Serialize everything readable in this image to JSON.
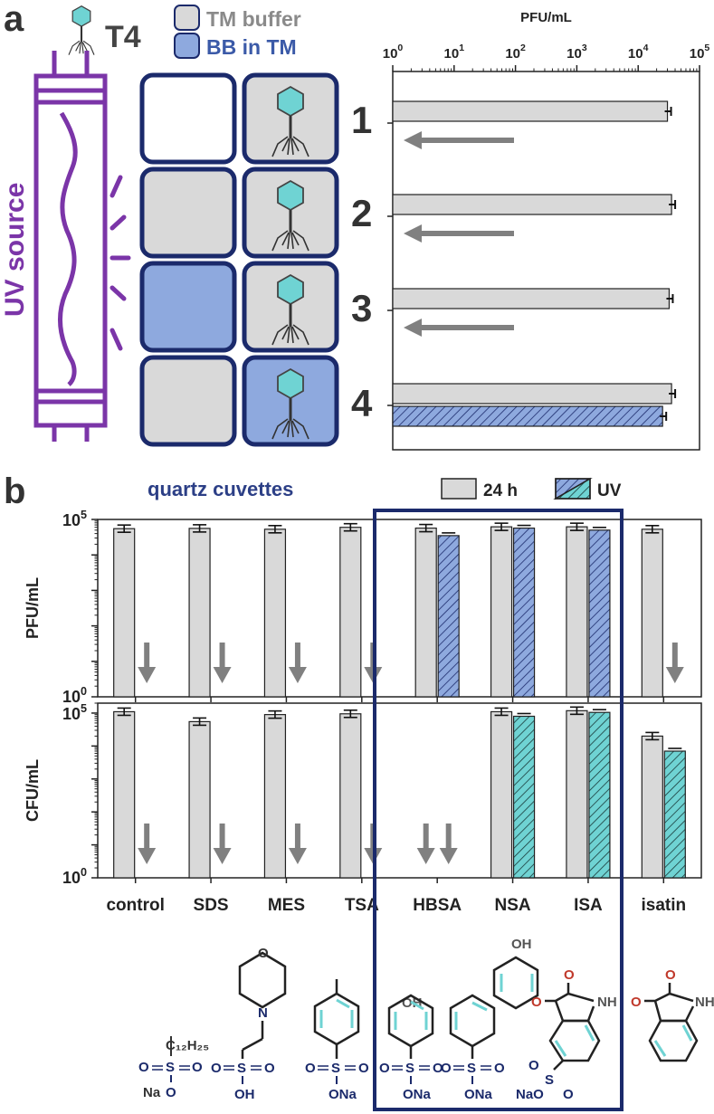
{
  "panel_a": {
    "label": "a",
    "phage_label": "T4",
    "legend": {
      "tm": "TM buffer",
      "bb": "BB in TM"
    },
    "uv_label": "UV source",
    "rows": [
      "1",
      "2",
      "3",
      "4"
    ],
    "colors": {
      "purple": "#7b35a8",
      "navy": "#1b2a6b",
      "grey": "#d9d9d9",
      "blue": "#8ea9de",
      "teal": "#6fd3d3"
    }
  },
  "panel_b": {
    "label": "b",
    "cuvette_label": "quartz cuvettes",
    "legend": {
      "h24": "24 h",
      "uv": "UV"
    },
    "compounds": [
      "control",
      "SDS",
      "MES",
      "TSA",
      "HBSA",
      "NSA",
      "ISA",
      "isatin"
    ]
  },
  "structures": {
    "sds_chain": "C₁₂H₂₅",
    "so": "S",
    "o": "O",
    "na": "Na",
    "ona": "ONa",
    "oh": "OH",
    "nh": "NH",
    "n": "N",
    "nao": "NaO"
  },
  "chart_data": [
    {
      "type": "bar",
      "title": "",
      "xlabel": "PFU/mL",
      "scale": "log",
      "xlim": [
        1,
        100000
      ],
      "tick_labels": [
        {
          "base": "10",
          "exp": "0"
        },
        {
          "base": "10",
          "exp": "1"
        },
        {
          "base": "10",
          "exp": "2"
        },
        {
          "base": "10",
          "exp": "3"
        },
        {
          "base": "10",
          "exp": "4"
        },
        {
          "base": "10",
          "exp": "5"
        }
      ],
      "categories": [
        "1",
        "2",
        "3",
        "4"
      ],
      "series": [
        {
          "values": [
            30000,
            35000,
            32000,
            35000
          ]
        },
        {
          "values": [
            null,
            null,
            null,
            25000
          ]
        }
      ],
      "below_detection": [
        "1",
        "2",
        "3"
      ]
    },
    {
      "type": "bar",
      "ylabel": "PFU/mL",
      "scale": "log",
      "ylim": [
        1,
        100000
      ],
      "tick_labels": [
        {
          "base": "10",
          "exp": "5"
        },
        {
          "base": "10",
          "exp": "0"
        }
      ],
      "categories": [
        "control",
        "SDS",
        "MES",
        "TSA",
        "HBSA",
        "NSA",
        "ISA",
        "isatin"
      ],
      "series": [
        {
          "name": "24 h",
          "values": [
            55000,
            56000,
            53000,
            60000,
            57000,
            62000,
            62000,
            53000
          ]
        },
        {
          "name": "UV",
          "values": [
            null,
            null,
            null,
            null,
            35000,
            57000,
            50000,
            null
          ]
        }
      ],
      "below_detection": [
        "control",
        "SDS",
        "MES",
        "TSA",
        "isatin"
      ]
    },
    {
      "type": "bar",
      "ylabel": "CFU/mL",
      "scale": "log",
      "ylim": [
        1,
        200000
      ],
      "tick_labels": [
        {
          "base": "10",
          "exp": "5"
        },
        {
          "base": "10",
          "exp": "0"
        }
      ],
      "categories": [
        "control",
        "SDS",
        "MES",
        "TSA",
        "HBSA",
        "NSA",
        "ISA",
        "isatin"
      ],
      "series": [
        {
          "name": "24 h",
          "values": [
            110000,
            55000,
            90000,
            95000,
            null,
            110000,
            118000,
            20000
          ]
        },
        {
          "name": "UV",
          "values": [
            null,
            null,
            null,
            null,
            null,
            80000,
            105000,
            7000
          ]
        }
      ],
      "below_detection_24h": [
        "HBSA"
      ],
      "below_detection_uv": [
        "control",
        "SDS",
        "MES",
        "TSA",
        "HBSA"
      ]
    }
  ]
}
